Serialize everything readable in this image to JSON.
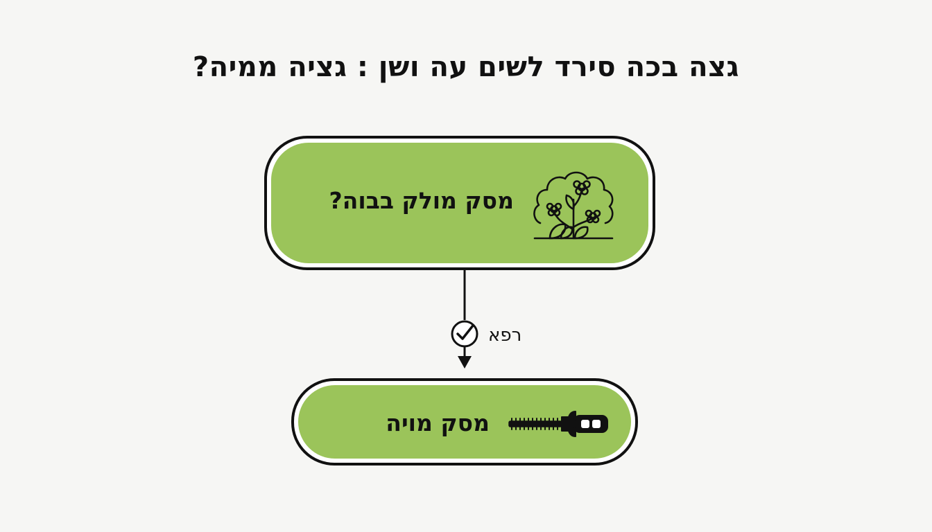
{
  "title": "גצה בכה סירד לשים עה ושן : גציה ממיה?",
  "nodes": {
    "top": {
      "label": "מסק מולק בבוה?",
      "icon": "flower-bush-icon",
      "fill_color": "#9bc45a"
    },
    "bottom": {
      "label": "מסק מויה",
      "icon": "hedge-trimmer-icon",
      "fill_color": "#9bc45a"
    }
  },
  "edge": {
    "label": "רפא",
    "icon": "check-circle-icon"
  }
}
